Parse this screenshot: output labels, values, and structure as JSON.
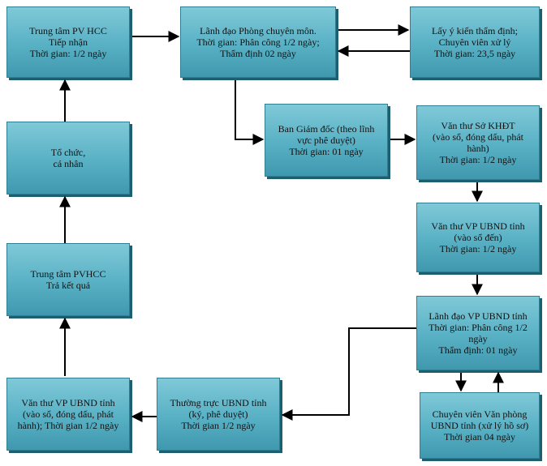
{
  "boxes": {
    "tiep_nhan": [
      "Trung tâm PV HCC",
      "Tiếp nhận",
      "Thời gian: 1/2 ngày"
    ],
    "lanh_dao_phong": [
      "Lãnh đạo Phòng chuyên môn.",
      "Thời gian: Phân công 1/2 ngày;",
      "Thẩm định 02 ngày"
    ],
    "tham_dinh": [
      "Lấy ý kiến thẩm định;",
      "Chuyên viên xử lý",
      "Thời gian: 23,5 ngày"
    ],
    "to_chuc": [
      "Tổ chức,",
      "cá nhân"
    ],
    "ban_giam_doc": [
      "Ban Giám đốc (theo lĩnh",
      "vực phê duyệt)",
      "Thời gian: 01 ngày"
    ],
    "van_thu_so": [
      "Văn thư Sở KHĐT",
      "(vào sổ, đóng dấu, phát",
      "hành)",
      "Thời gian: 1/2 ngày"
    ],
    "van_thu_vp_den": [
      "Văn thư VP UBND tỉnh",
      "(vào sổ đến)",
      "Thời gian: 1/2 ngày"
    ],
    "tra_ket_qua": [
      "Trung tâm PVHCC",
      "Trả kết quả"
    ],
    "lanh_dao_vp": [
      "Lãnh đạo VP UBND tỉnh",
      "Thời gian: Phân công 1/2",
      "ngày",
      "Thẩm định: 01 ngày"
    ],
    "van_thu_vp_phat_hanh": [
      "Văn thư VP UBND tỉnh",
      "(vào sổ, đóng dấu, phát",
      "hành); Thời gian 1/2 ngày"
    ],
    "thuong_truc": [
      "Thường trực UBND tỉnh",
      "(ký, phê duyệt)",
      "Thời gian 1/2 ngày"
    ],
    "chuyen_vien_vp": [
      "Chuyên viên Văn phòng",
      "UBND tỉnh (xử lý hồ sơ)",
      "Thời gian 04 ngày"
    ]
  },
  "colors": {
    "box_fill_top": "#7fc9d8",
    "box_fill_bottom": "#3f98ae",
    "box_shadow": "#1d5f70",
    "arrow": "#000000"
  }
}
